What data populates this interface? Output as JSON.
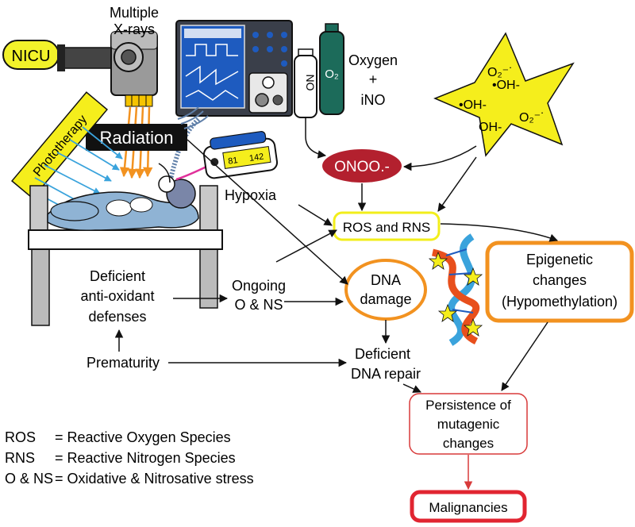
{
  "labels": {
    "nicu": "NICU",
    "xrays_line1": "Multiple",
    "xrays_line2": "X-rays",
    "radiation": "Radiation",
    "phototherapy": "Phototherapy",
    "oxygen_line1": "Oxygen",
    "oxygen_plus": "+",
    "oxygen_line2": "iNO",
    "no_tank": "NO",
    "o2_tank": "O₂",
    "star_o2_a": "O₂⁻˙",
    "star_oh_a": "•OH-",
    "star_oh_b": "•OH-",
    "star_oh_c": "OH-",
    "star_o2_b": "O₂⁻˙",
    "onoo": "ONOO.-",
    "hypoxia": "Hypoxia",
    "ros_rns": "ROS and RNS",
    "epigenetic_line1": "Epigenetic",
    "epigenetic_line2": "changes",
    "epigenetic_line3": "(Hypomethylation)",
    "dna_damage_line1": "DNA",
    "dna_damage_line2": "damage",
    "deficient_line1": "Deficient",
    "deficient_line2": "anti-oxidant",
    "deficient_line3": "defenses",
    "ongoing_line1": "Ongoing",
    "ongoing_line2": "O & NS",
    "prematurity": "Prematurity",
    "dna_repair_line1": "Deficient",
    "dna_repair_line2": "DNA repair",
    "persistence_line1": "Persistence of",
    "persistence_line2": "mutagenic",
    "persistence_line3": "changes",
    "malignancies": "Malignancies",
    "monitor_spo2": "81",
    "monitor_hr": "142"
  },
  "legend": [
    {
      "abbr": "ROS",
      "definition": "= Reactive Oxygen Species"
    },
    {
      "abbr": "RNS",
      "definition": "= Reactive Nitrogen Species"
    },
    {
      "abbr": "O & NS",
      "definition": "= Oxidative & Nitrosative stress"
    }
  ],
  "colors": {
    "nicu_fill": "#f2f22a",
    "star_fill": "#f5ee1c",
    "phototherapy_fill": "#f5ee1c",
    "onoo_fill": "#b3202e",
    "ros_border": "#f2ee1a",
    "orange_border": "#f29220",
    "red_border": "#e12531",
    "thin_red_border": "#d83a3a",
    "o2_tank": "#1c6b5a",
    "blue_light": "#3aa3dc"
  },
  "icons": {
    "xray_machine": "xray-camera-icon",
    "ventilator": "ventilator-icon",
    "gas_tanks": "gas-cylinder-icon",
    "monitor": "pulse-oximeter-icon",
    "incubator": "incubator-icon",
    "dna": "dna-helix-icon",
    "star": "reactive-oxygen-star-icon"
  }
}
